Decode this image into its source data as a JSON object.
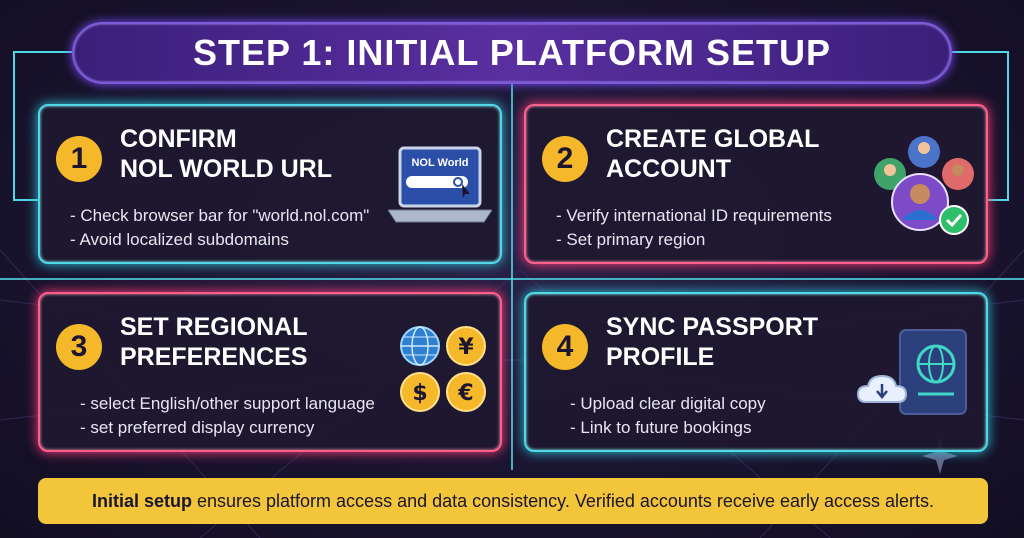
{
  "header": {
    "title": "STEP 1: INITIAL PLATFORM SETUP"
  },
  "cards": [
    {
      "number": "1",
      "title": "CONFIRM\nNOL WORLD URL",
      "bullets": [
        "- Check browser bar for \"world.nol.com\"",
        "- Avoid localized subdomains"
      ],
      "icon": "laptop-browser-icon",
      "icon_text": "NOL World"
    },
    {
      "number": "2",
      "title": "CREATE GLOBAL\nACCOUNT",
      "bullets": [
        "- Verify international ID requirements",
        "- Set primary region"
      ],
      "icon": "users-group-icon"
    },
    {
      "number": "3",
      "title": "SET REGIONAL\nPREFERENCES",
      "bullets": [
        "- select English/other support language",
        "- set preferred display currency"
      ],
      "icon": "globe-currency-icons",
      "currency_symbols": [
        "¥",
        "$",
        "€"
      ]
    },
    {
      "number": "4",
      "title": "SYNC PASSPORT\nPROFILE",
      "bullets": [
        "- Upload clear digital copy",
        "- Link to future bookings"
      ],
      "icon": "passport-cloud-icon"
    }
  ],
  "footer": {
    "bold": "Initial setup",
    "text": " ensures platform access and data consistency. Verified accounts receive early access alerts."
  },
  "colors": {
    "accent_cyan": "#4fd8e6",
    "accent_pink": "#ff5f8a",
    "number_badge": "#f5b82a",
    "banner": "#5a2fa0",
    "footer": "#f2c53a"
  }
}
